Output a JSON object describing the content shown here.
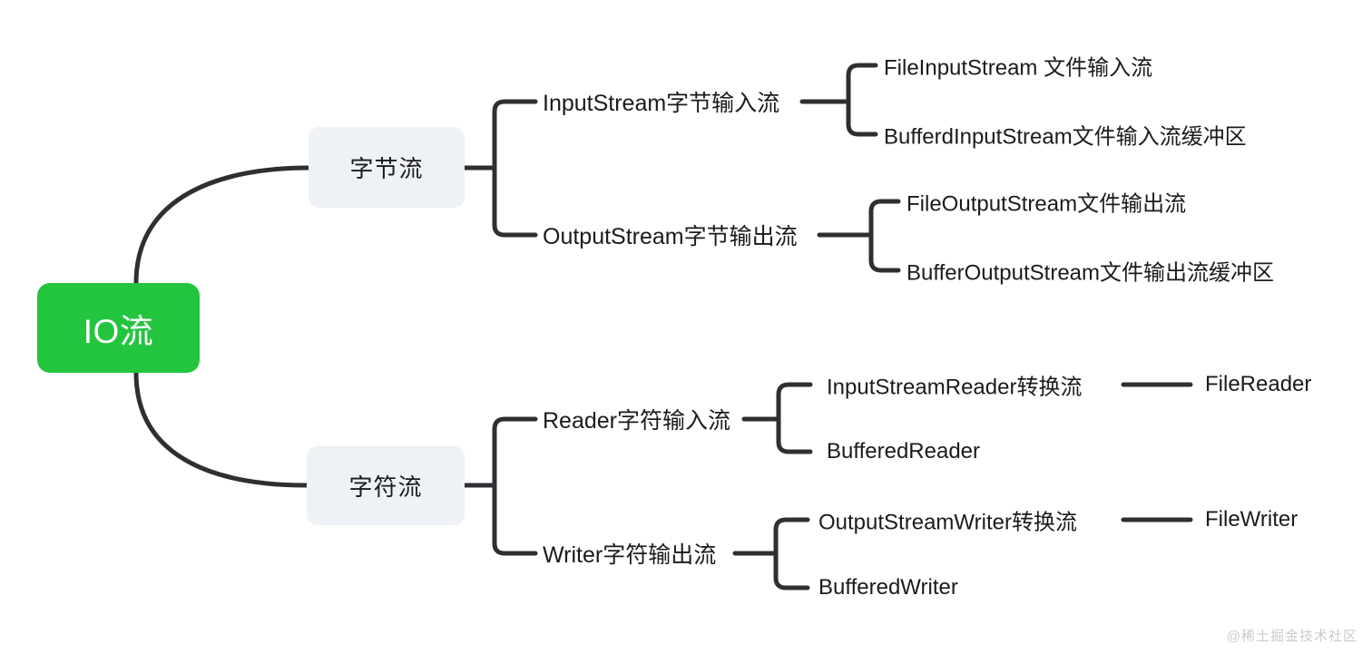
{
  "diagram": {
    "type": "mindmap",
    "title": "IO流",
    "watermark": "@稀土掘金技术社区",
    "colors": {
      "root_fill": "#23c53f",
      "root_text": "#ffffff",
      "branch_fill": "#eef1f5",
      "text": "#1b1b1f",
      "connector": "#2f2f33",
      "background": "#ffffff",
      "watermark_text": "#c9cbd1"
    },
    "root": {
      "label": "IO流"
    },
    "branches": [
      {
        "label": "字节流",
        "children": [
          {
            "label": "InputStream字节输入流",
            "children": [
              {
                "label": "FileInputStream 文件输入流"
              },
              {
                "label": "BufferdInputStream文件输入流缓冲区"
              }
            ]
          },
          {
            "label": "OutputStream字节输出流",
            "children": [
              {
                "label": "FileOutputStream文件输出流"
              },
              {
                "label": "BufferOutputStream文件输出流缓冲区"
              }
            ]
          }
        ]
      },
      {
        "label": "字符流",
        "children": [
          {
            "label": "Reader字符输入流",
            "children": [
              {
                "label": "InputStreamReader转换流",
                "children": [
                  {
                    "label": "FileReader"
                  }
                ]
              },
              {
                "label": "BufferedReader"
              }
            ]
          },
          {
            "label": "Writer字符输出流",
            "children": [
              {
                "label": "OutputStreamWriter转换流",
                "children": [
                  {
                    "label": "FileWriter"
                  }
                ]
              },
              {
                "label": "BufferedWriter"
              }
            ]
          }
        ]
      }
    ]
  }
}
